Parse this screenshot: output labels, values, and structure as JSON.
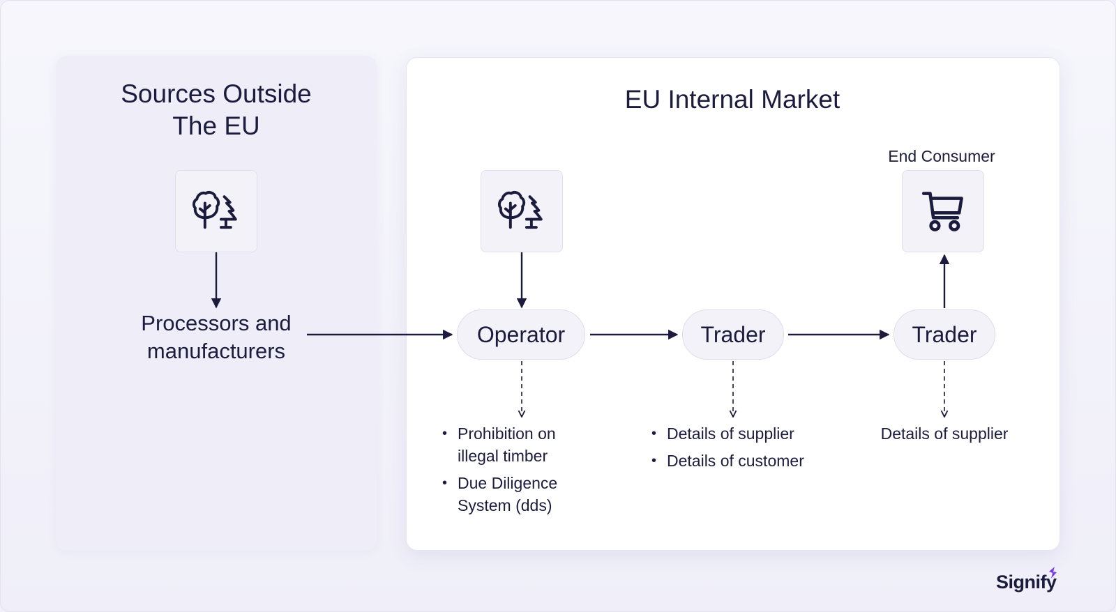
{
  "left_panel": {
    "title_line1": "Sources Outside",
    "title_line2": "The EU",
    "source_icon": "trees-icon",
    "label_line1": "Processors and",
    "label_line2": "manufacturers"
  },
  "right_panel": {
    "title": "EU Internal Market",
    "operator_icon": "trees-icon",
    "consumer_icon": "shopping-cart-icon",
    "end_consumer_label": "End Consumer",
    "nodes": {
      "operator": "Operator",
      "trader1": "Trader",
      "trader2": "Trader"
    },
    "operator_details": [
      "Prohibition on illegal timber",
      "Due Diligence System (dds)"
    ],
    "trader1_details": [
      "Details of supplier",
      "Details of customer"
    ],
    "trader2_details": "Details of supplier"
  },
  "brand": {
    "name": "Signify",
    "accent": "#7b3fe4"
  },
  "colors": {
    "ink": "#1b1c3d",
    "node_fill": "#f3f2f9",
    "panel_left": "#eeedf8",
    "panel_right": "#ffffff"
  }
}
